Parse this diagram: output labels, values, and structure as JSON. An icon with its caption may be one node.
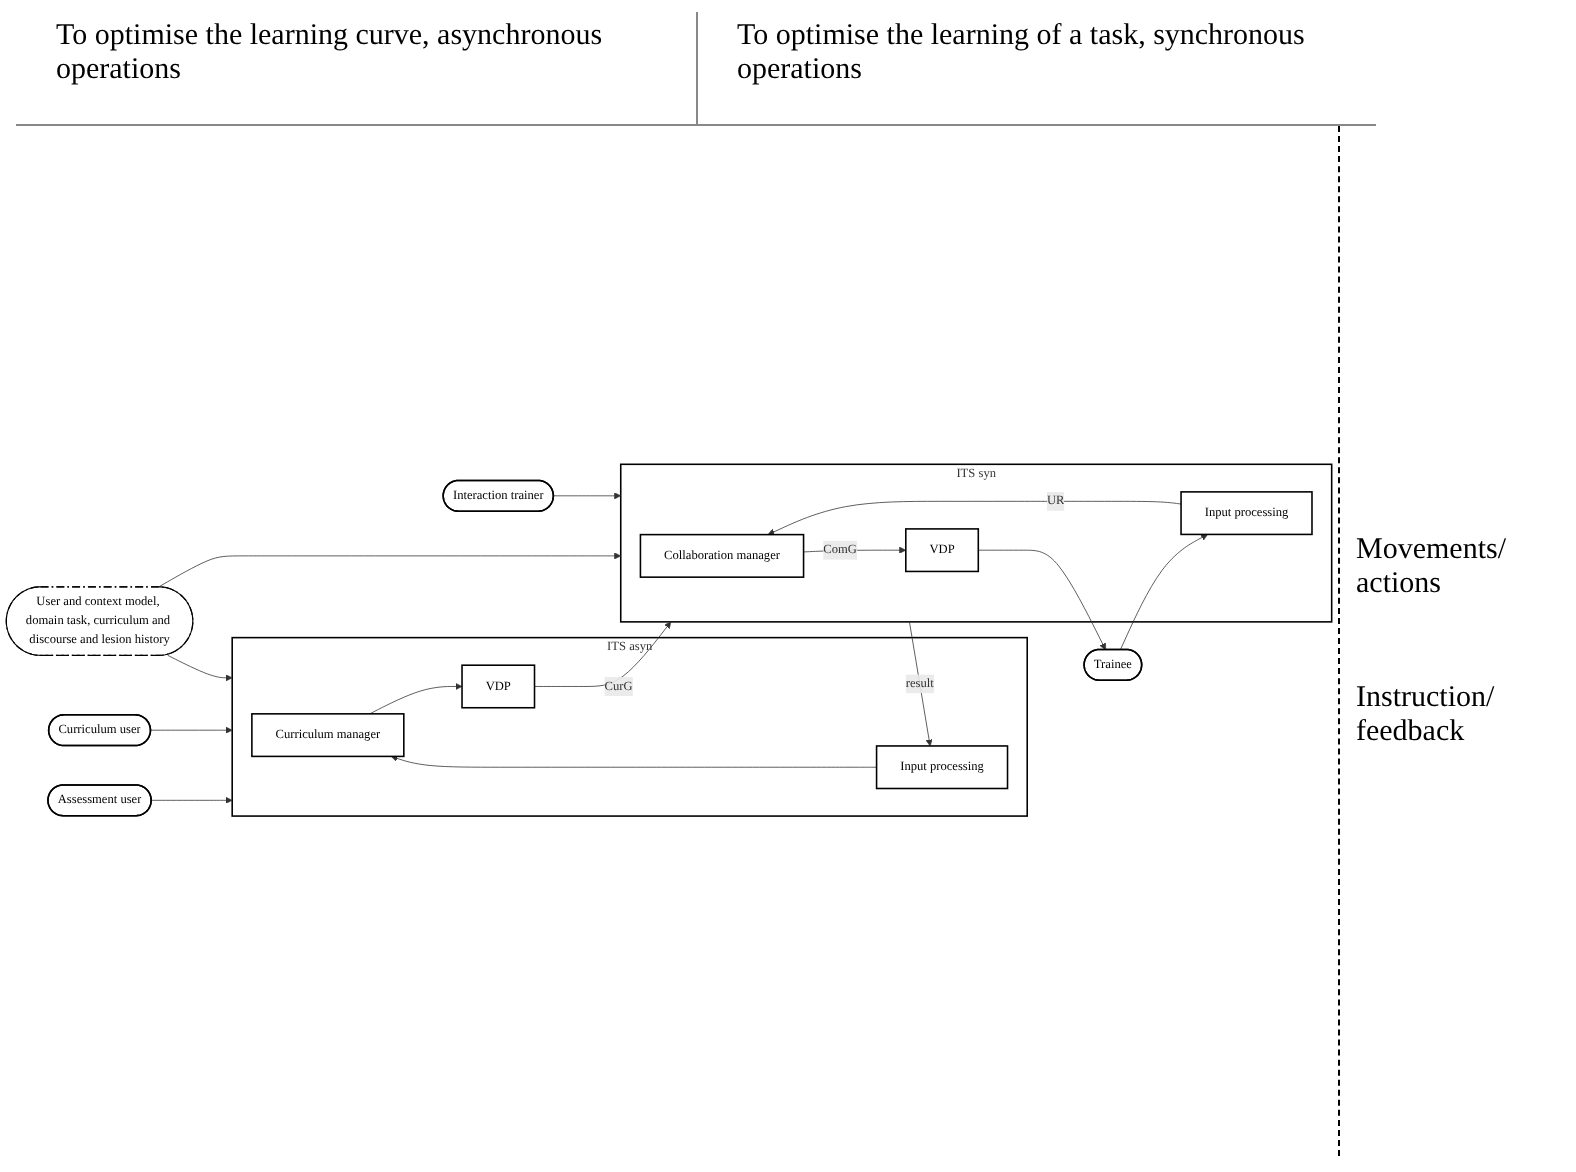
{
  "diagram": {
    "nodes": [
      {
        "text": [
          "ITS asyn"
        ]
      },
      {
        "text": [
          "Curriculum manager"
        ],
        "in": 0
      },
      {
        "text": [
          "Input processing"
        ],
        "in": 0
      },
      {
        "text": [
          "VDP"
        ],
        "in": 0
      },
      {
        "text": [
          "ITS syn"
        ]
      },
      {
        "text": [
          "Collaboration manager"
        ],
        "in": 4
      },
      {
        "text": [
          "Input processing"
        ],
        "in": 4
      },
      {
        "text": [
          "VDP"
        ],
        "in": 4
      },
      {
        "text": [
          "Trainee"
        ]
      },
      {
        "text": [
          "Assessment user"
        ]
      },
      {
        "text": [
          "Curriculum user"
        ]
      },
      {
        "text": [
          "User and context model, domain task, curriculum and discourse and lesion history"
        ]
      },
      {
        "text": [
          "Interaction trainer"
        ]
      }
    ],
    "edges": [
      {
        "from": 2,
        "to": 1,
        "arrow": "to"
      },
      {
        "from": 4,
        "to": 2,
        "arrow": "to",
        "label": "result"
      },
      {
        "from": 1,
        "to": 3,
        "arrow": "to"
      },
      {
        "from": 3,
        "to": 4,
        "arrow": "to",
        "label": "CurG"
      },
      {
        "from": 6,
        "to": 5,
        "arrow": "to",
        "label": "UR"
      },
      {
        "from": 5,
        "to": 7,
        "arrow": "to",
        "label": "ComG"
      },
      {
        "from": 8,
        "to": 6,
        "arrow": "to"
      },
      {
        "from": 7,
        "to": 8,
        "arrow": "to"
      },
      {
        "from": 9,
        "to": 0,
        "arrow": "to"
      },
      {
        "from": 10,
        "to": 0,
        "arrow": "to"
      },
      {
        "from": 11,
        "to": 0,
        "arrow": "to"
      },
      {
        "from": 11,
        "to": 4,
        "arrow": "to"
      },
      {
        "from": 12,
        "to": 4,
        "arrow": "to"
      }
    ],
    "labels": [
      "To optimise the learning curve, asynchronous operations",
      "To optimise the learning of a task, synchronous operations",
      "Movements/ actions",
      "Instruction/ feedback"
    ]
  }
}
